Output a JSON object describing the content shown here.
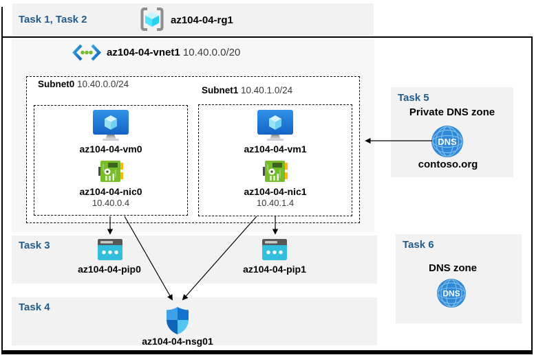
{
  "header": {
    "task_label": "Task 1, Task 2",
    "resource_group": "az104-04-rg1"
  },
  "vnet": {
    "name": "az104-04-vnet1",
    "cidr": "10.40.0.0/20"
  },
  "subnets": [
    {
      "name": "Subnet0",
      "cidr": "10.40.0.0/24",
      "vm": "az104-04-vm0",
      "nic": "az104-04-nic0",
      "ip": "10.40.0.4"
    },
    {
      "name": "Subnet1",
      "cidr": "10.40.1.0/24",
      "vm": "az104-04-vm1",
      "nic": "az104-04-nic1",
      "ip": "10.40.1.4"
    }
  ],
  "task3": {
    "label": "Task 3",
    "pip0": "az104-04-pip0",
    "pip1": "az104-04-pip1"
  },
  "task4": {
    "label": "Task 4",
    "nsg": "az104-04-nsg01"
  },
  "task5": {
    "label": "Task 5",
    "title": "Private DNS zone",
    "zone_name": "contoso.org",
    "dns_icon_text": "DNS"
  },
  "task6": {
    "label": "Task 6",
    "title": "DNS zone",
    "dns_icon_text": "DNS"
  },
  "colors": {
    "task_text_blue": "#1f5b8c",
    "band_gray": "#f2f2f2",
    "vnet_gray": "#f7f7f7",
    "pip_cyan": "#33bede",
    "nic_green": "#76bc2d",
    "dns_blue": "#2f89d8",
    "arrow": "#000000"
  }
}
